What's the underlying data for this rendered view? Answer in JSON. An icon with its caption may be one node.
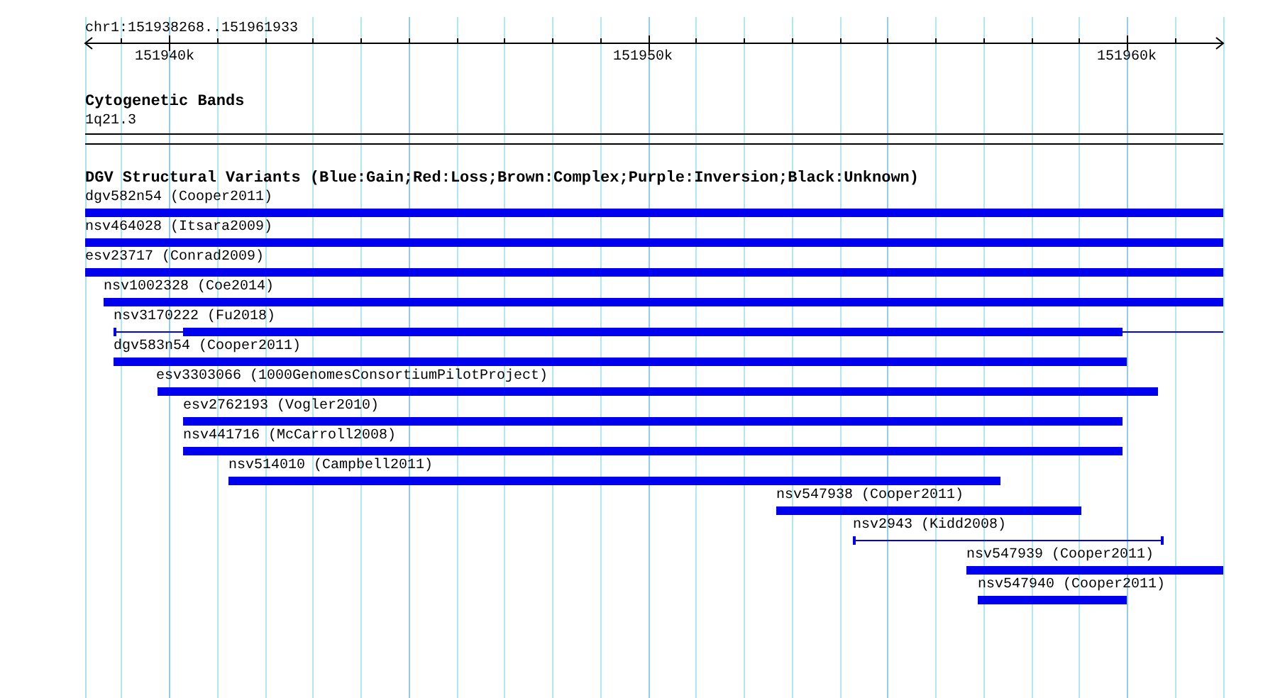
{
  "diagram": {
    "labels": [
      "chr1:151938268..151961933",
      "151940k",
      "151950k",
      "151960k",
      "Cytogenetic Bands",
      "1q21.3",
      "DGV Structural Variants (Blue:Gain;Red:Loss;Brown:Complex;Purple:Inversion;Black:Unknown)",
      "dgv582n54 (Cooper2011)",
      "nsv464028 (Itsara2009)",
      "esv23717 (Conrad2009)",
      "nsv1002328 (Coe2014)",
      "nsv3170222 (Fu2018)",
      "dgv583n54 (Cooper2011)",
      "esv3303066 (1000GenomesConsortiumPilotProject)",
      "esv2762193 (Vogler2010)",
      "nsv441716 (McCarroll2008)",
      "nsv514010 (Campbell2011)",
      "nsv547938 (Cooper2011)",
      "nsv2943 (Kidd2008)",
      "nsv547939 (Cooper2011)",
      "nsv547940 (Cooper2011)"
    ]
  }
}
